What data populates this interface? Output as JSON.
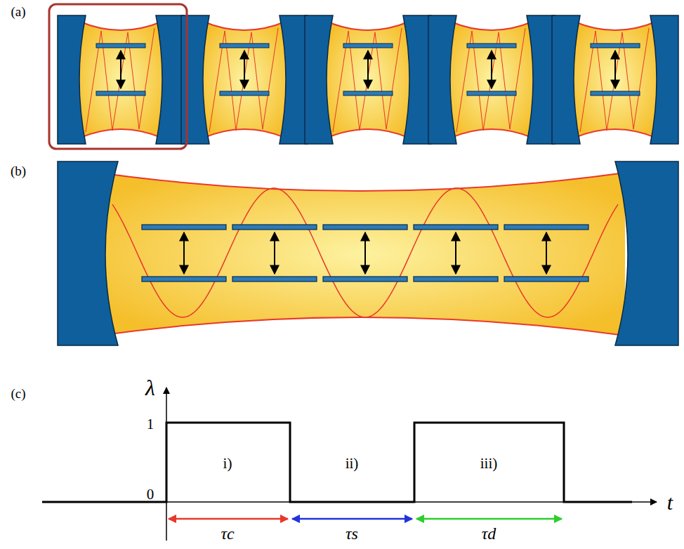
{
  "diagram": {
    "labels": [
      "(a)",
      "(b)",
      "(c)",
      "λ",
      "1",
      "0",
      "i)",
      "ii)",
      "iii)",
      "t",
      "τc",
      "τs",
      "τd"
    ]
  }
}
